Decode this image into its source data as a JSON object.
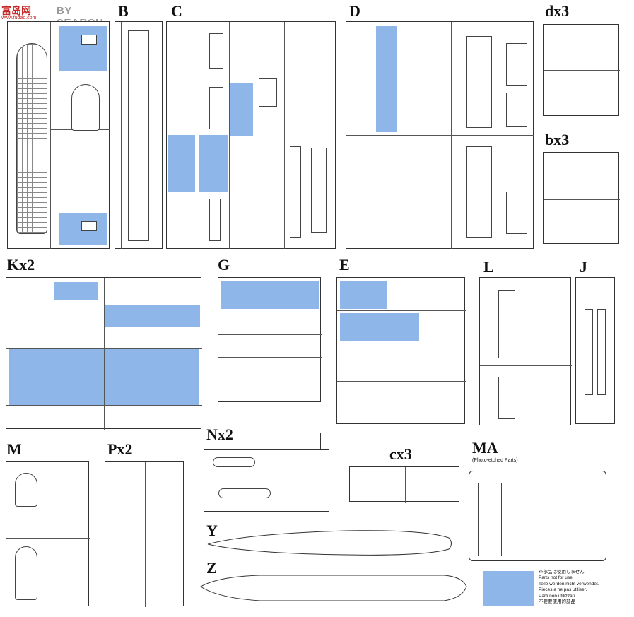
{
  "watermark": {
    "logo": "富岛网",
    "url": "www.fudao.com",
    "text": "BY SEARCH"
  },
  "sheets": {
    "B": "B",
    "C": "C",
    "D": "D",
    "dx3": "dx3",
    "bx3": "bx3",
    "Kx2": "Kx2",
    "G": "G",
    "E": "E",
    "L": "L",
    "J": "J",
    "M": "M",
    "Px2": "Px2",
    "Nx2": "Nx2",
    "cx3": "cx3",
    "MA": "MA",
    "MA_sub": "(Photo-etched Parts)",
    "Y": "Y",
    "Z": "Z"
  },
  "legend": {
    "lines": [
      "※部品は使用しません",
      "Parts not for use.",
      "Teile werden nicht verwendet.",
      "Pieces a ne pas utiliser.",
      "Parti non utilizzati",
      "不要要使用的部品"
    ],
    "color": "#8fb6e8"
  }
}
